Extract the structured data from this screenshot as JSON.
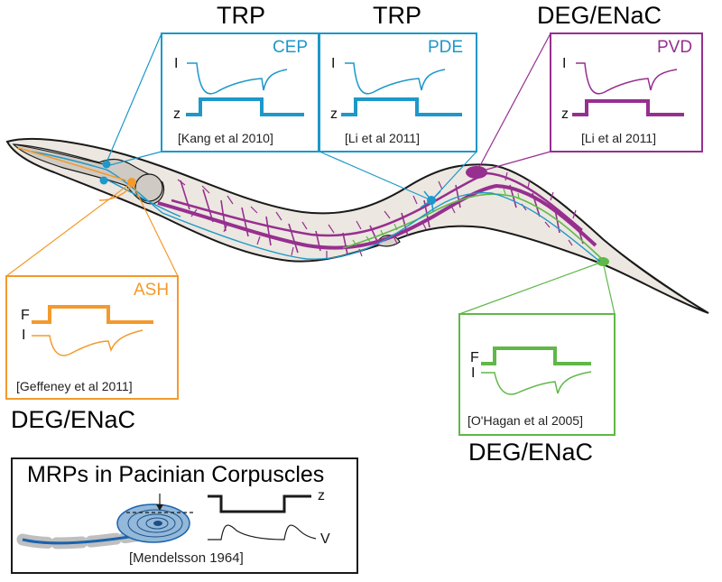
{
  "colors": {
    "cep_pde": "#1d98c9",
    "pvd": "#962f8f",
    "ash": "#f39a2c",
    "ald": "#5fb848",
    "body_fill": "#ece7e0",
    "pacinian": "#1a63ae"
  },
  "channels": {
    "cep": "TRP",
    "pde": "TRP",
    "pvd": "DEG/ENaC",
    "ash": "DEG/ENaC",
    "ald": "DEG/ENaC"
  },
  "panels": {
    "cep": {
      "cell": "CEP",
      "citation": "[Kang et al 2010]",
      "current": "I",
      "stimulus": "z"
    },
    "pde": {
      "cell": "PDE",
      "citation": "[Li et al 2011]",
      "current": "I",
      "stimulus": "z"
    },
    "pvd": {
      "cell": "PVD",
      "citation": "[Li et al 2011]",
      "current": "I",
      "stimulus": "z"
    },
    "ash": {
      "cell": "ASH",
      "citation": "[Geffeney et al 2011]",
      "stimulus": "F",
      "current": "I"
    },
    "ald": {
      "citation": "[O'Hagan et al 2005]",
      "stimulus": "F",
      "current": "I"
    }
  },
  "pacinian": {
    "title": "MRPs in Pacinian Corpuscles",
    "citation": "[Mendelsson 1964]",
    "stimulus": "z",
    "voltage": "V"
  }
}
